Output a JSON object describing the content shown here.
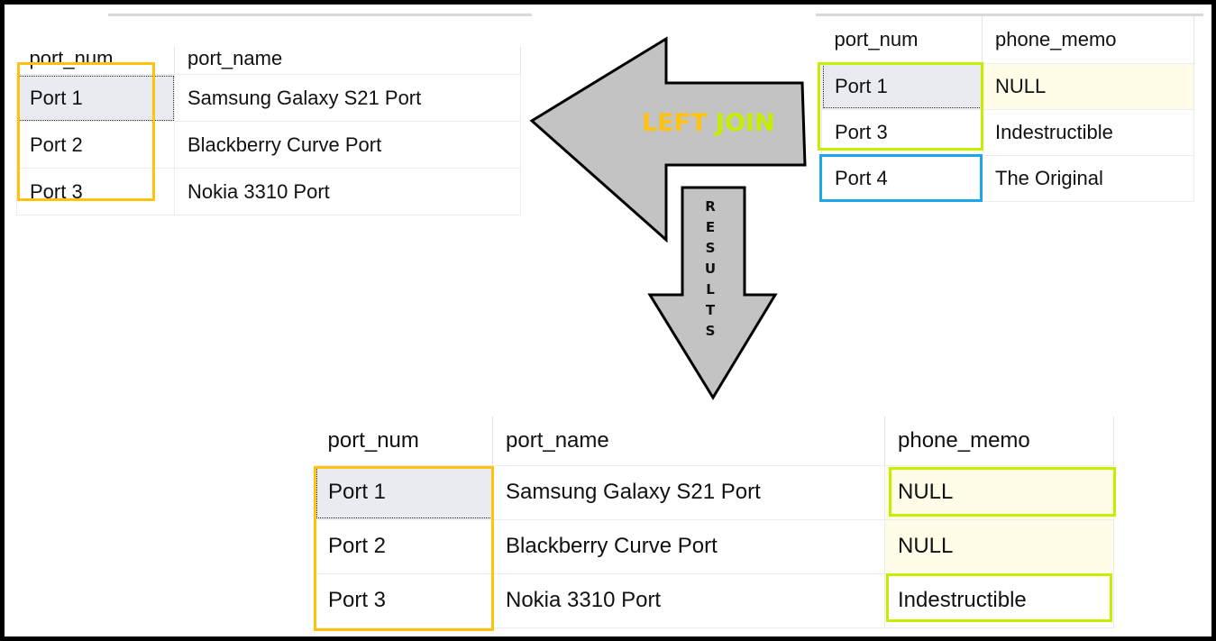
{
  "colors": {
    "left_highlight": "#ffc20e",
    "join_highlight": "#c4f000",
    "unmatched_highlight": "#1aa7ec",
    "arrow_fill": "#c3c3c3",
    "null_cell_bg": "#fffde8"
  },
  "left_table": {
    "columns": [
      "port_num",
      "port_name"
    ],
    "rows": [
      [
        "Port 1",
        "Samsung Galaxy S21 Port"
      ],
      [
        "Port 2",
        "Blackberry Curve Port"
      ],
      [
        "Port 3",
        "Nokia 3310 Port"
      ]
    ]
  },
  "right_table": {
    "columns": [
      "port_num",
      "phone_memo"
    ],
    "rows": [
      [
        "Port 1",
        "NULL"
      ],
      [
        "Port 3",
        "Indestructible"
      ],
      [
        "Port 4",
        "The Original"
      ]
    ]
  },
  "join_arrow": {
    "word_left": "LEFT",
    "word_join": "JOIN"
  },
  "results_arrow": {
    "letters": [
      "R",
      "E",
      "S",
      "U",
      "L",
      "T",
      "S"
    ]
  },
  "result_table": {
    "columns": [
      "port_num",
      "port_name",
      "phone_memo"
    ],
    "rows": [
      [
        "Port 1",
        "Samsung Galaxy S21 Port",
        "NULL"
      ],
      [
        "Port 2",
        "Blackberry Curve Port",
        "NULL"
      ],
      [
        "Port 3",
        "Nokia 3310 Port",
        "Indestructible"
      ]
    ]
  }
}
